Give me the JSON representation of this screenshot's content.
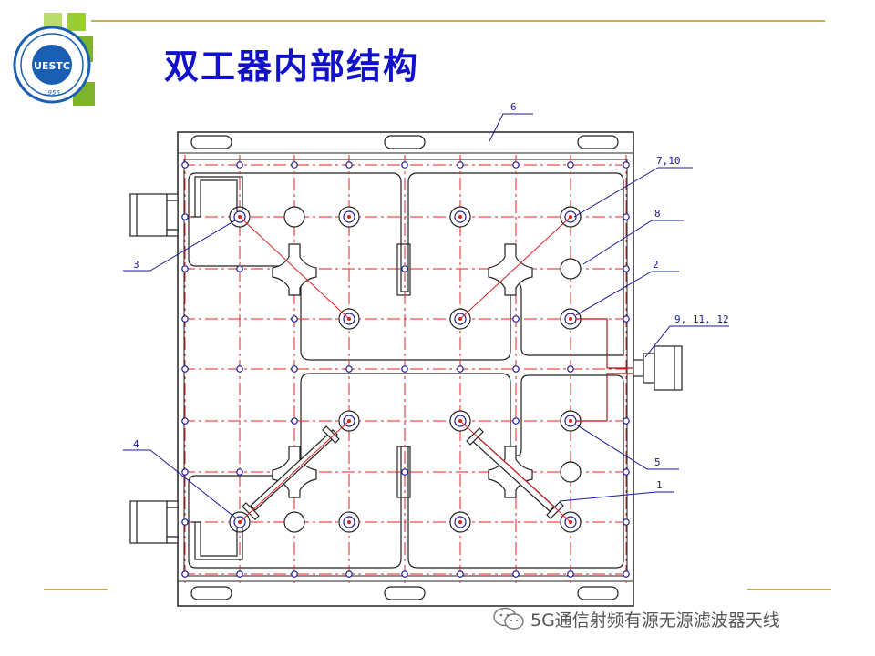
{
  "slide": {
    "title": "双工器内部结构",
    "logo_text": "UESTC",
    "logo_year": "1956",
    "watermark": "5G通信射频有源无源滤波器天线"
  },
  "diagram": {
    "callouts": [
      "6",
      "7,10",
      "8",
      "2",
      "9, 11, 12",
      "3",
      "4",
      "5",
      "1"
    ]
  },
  "colors": {
    "title": "#1111cc",
    "accent_line": "#c8b04a",
    "deco_green": "#9acd32",
    "red_centerline": "#e02020",
    "callout_blue": "#1a1a9a"
  }
}
